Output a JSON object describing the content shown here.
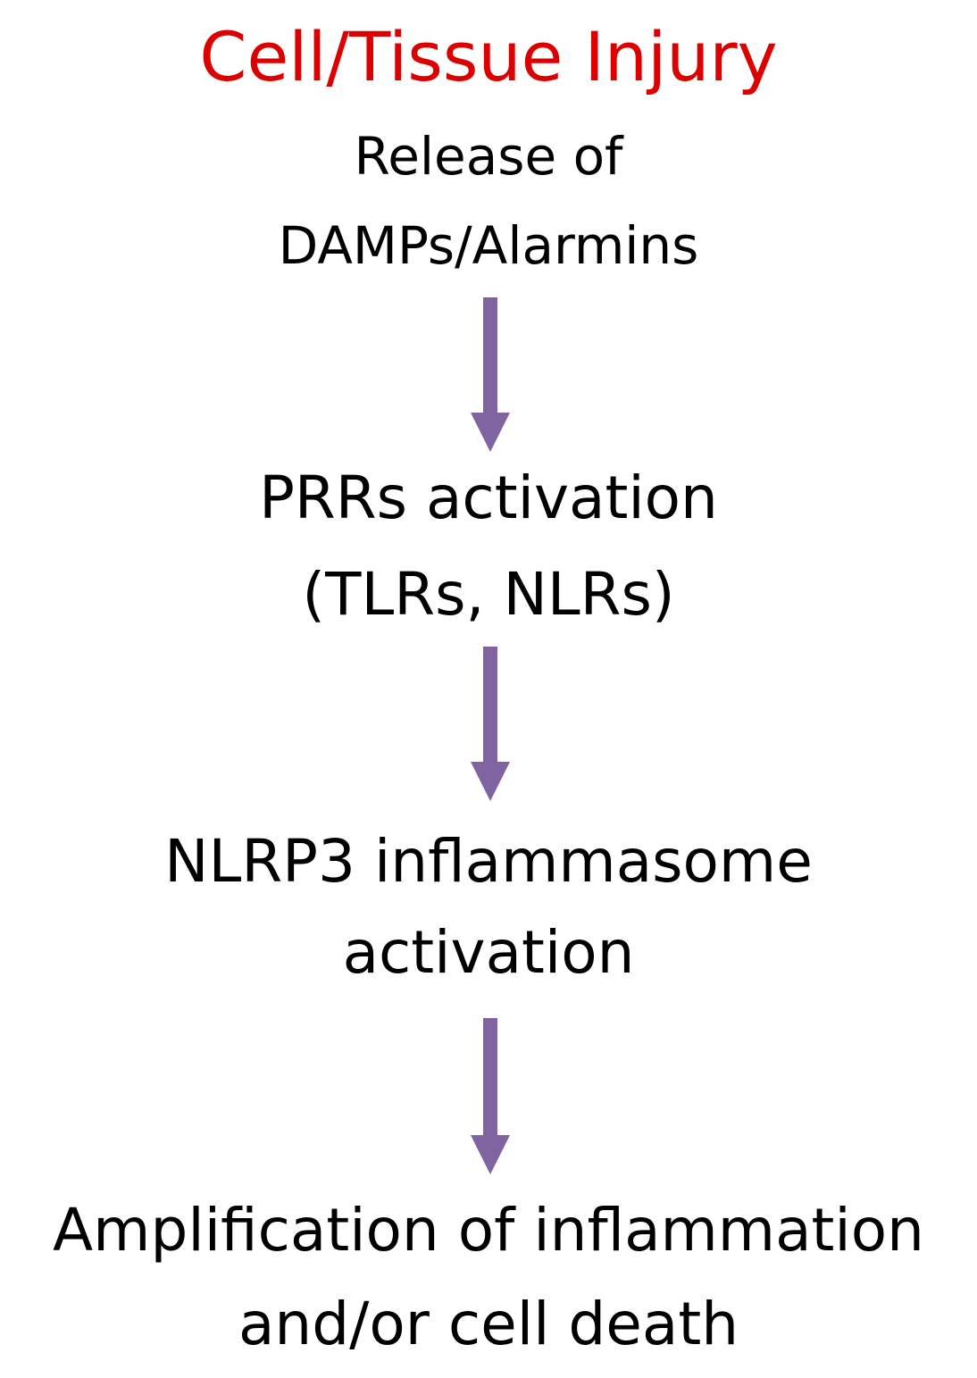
{
  "title": "Cell/Tissue Injury",
  "steps": [
    {
      "lines": [
        "Release of",
        "DAMPs/Alarmins"
      ]
    },
    {
      "lines": [
        "PRRs activation",
        "(TLRs, NLRs)"
      ]
    },
    {
      "lines": [
        "NLRP3 inflammasome",
        "activation"
      ]
    },
    {
      "lines": [
        "Amplification of inflammation",
        "and/or cell death"
      ]
    }
  ],
  "colors": {
    "title": "#dd0000",
    "text": "#000000",
    "arrow": "#8064a2"
  }
}
